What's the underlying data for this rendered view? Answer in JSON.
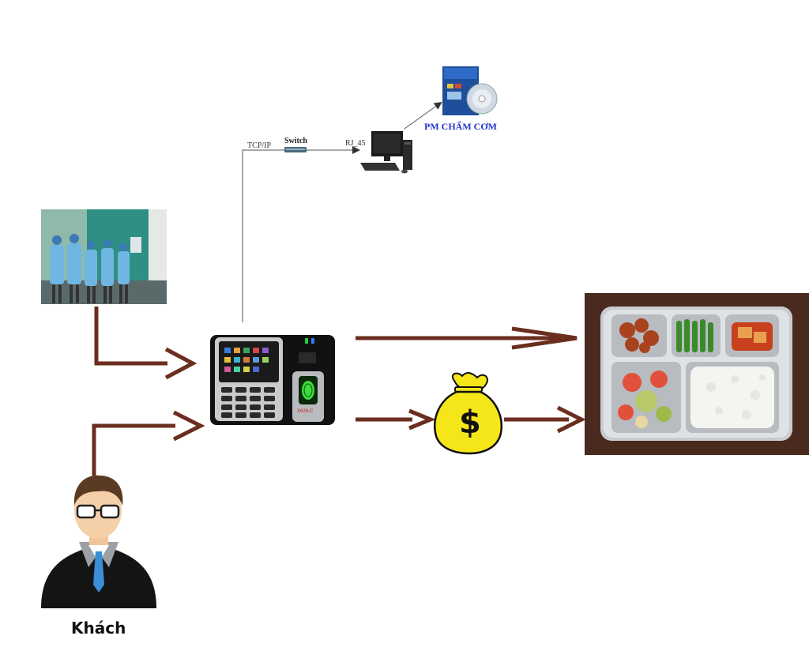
{
  "labels": {
    "tcp_ip": "TCP/IP",
    "switch": "Switch",
    "rj45": "RJ_45",
    "software": "PM CHẤM CƠM",
    "guest": "Khách"
  },
  "device": {
    "brand": "X628-C"
  },
  "colors": {
    "arrow": "#6b2e1e",
    "line": "#444444",
    "money_bag": "#f5e61a",
    "software_label": "#2233cc"
  },
  "icons": {
    "workers_photo": "workers-photo",
    "attendance_device": "fingerprint-terminal-icon",
    "computer": "desktop-computer-icon",
    "software_box": "software-box-icon",
    "money_bag": "money-bag-icon",
    "meal_tray": "meal-tray-photo",
    "guest_person": "businessman-icon"
  }
}
